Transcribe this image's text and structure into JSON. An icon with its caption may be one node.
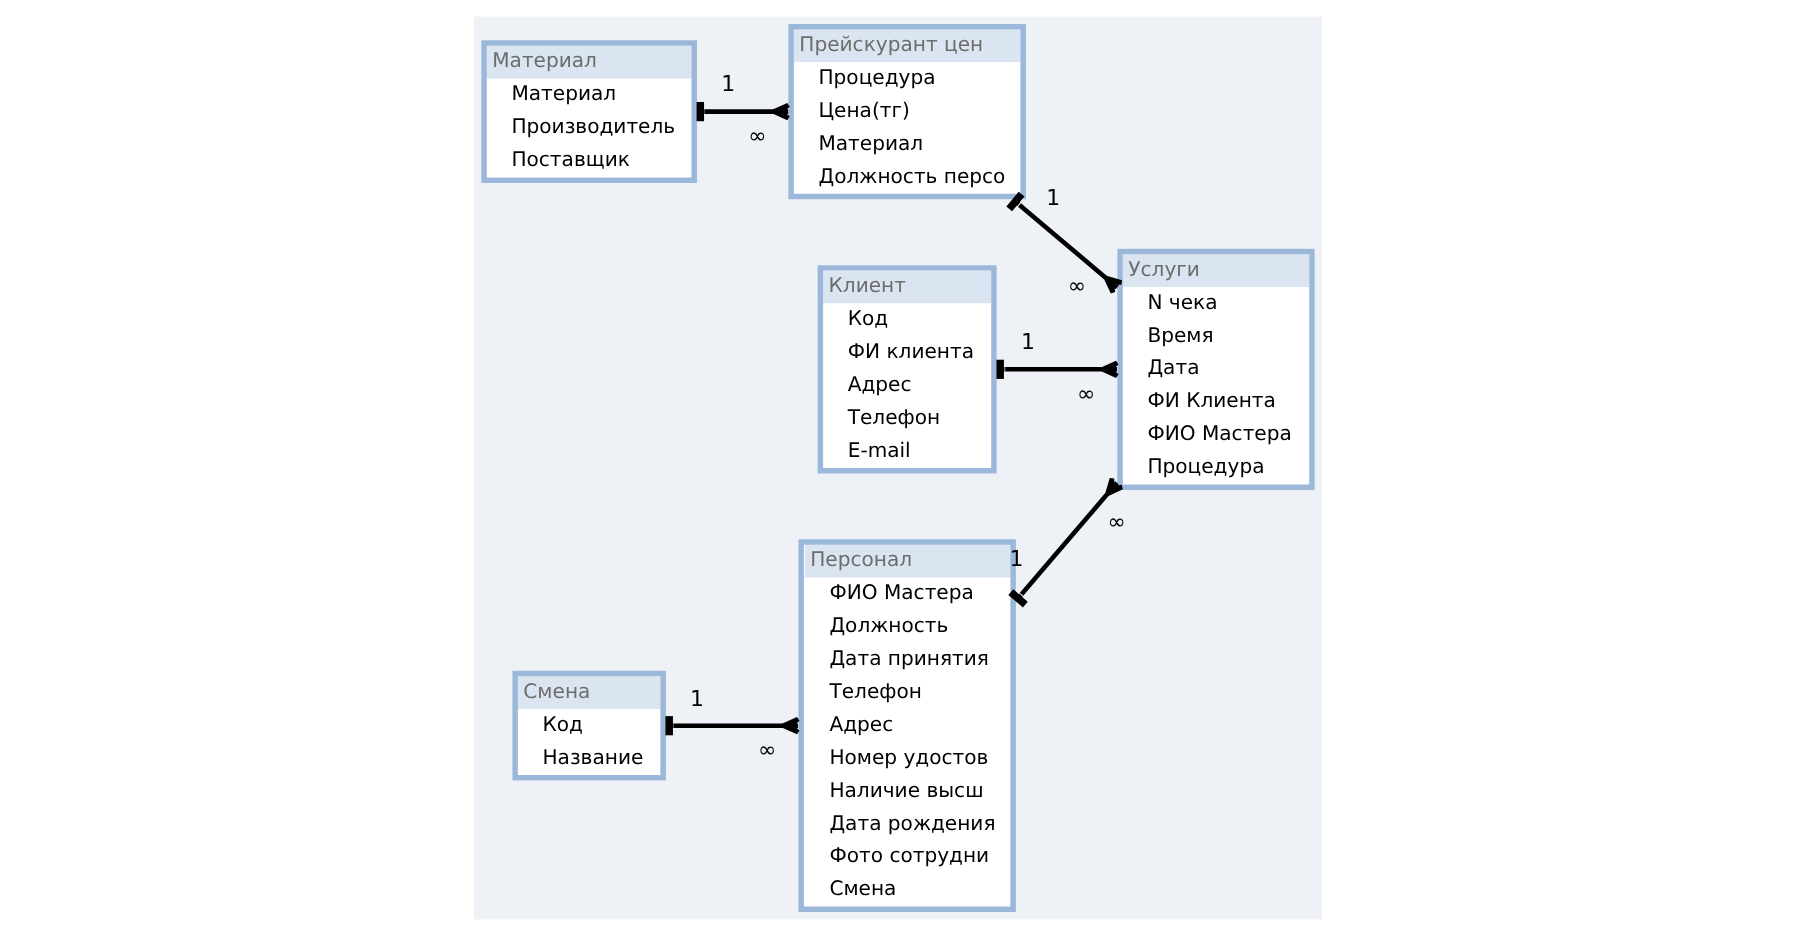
{
  "diagram": {
    "nodes": [
      {
        "text": [
          "Материал",
          "Материал",
          "Производитель",
          "Поставщик"
        ]
      },
      {
        "text": [
          "Прейскурант цен",
          "Процедура",
          "Цена(тг)",
          "Материал",
          "Должность персо"
        ]
      },
      {
        "text": [
          "Услуги",
          "N чека",
          "Время",
          "Дата",
          "ФИ Клиента",
          "ФИО Мастера",
          "Процедура"
        ]
      },
      {
        "text": [
          "Клиент",
          "Код",
          "ФИ клиента",
          "Адрес",
          "Телефон",
          "E-mail"
        ]
      },
      {
        "text": [
          "Персонал",
          "ФИО Мастера",
          "Должность",
          "Дата принятия",
          "Телефон",
          "Адрес",
          "Номер удостов",
          "Наличие высш",
          "Дата рождения",
          "Фото сотрудни",
          "Смена"
        ]
      },
      {
        "text": [
          "Смена",
          "Код",
          "Название"
        ]
      }
    ],
    "edges": [
      {
        "from": 0,
        "to": 1,
        "arrow": "other"
      },
      {
        "from": 1,
        "to": 2,
        "arrow": "other"
      },
      {
        "from": 3,
        "to": 2,
        "arrow": "other"
      },
      {
        "from": 4,
        "to": 2,
        "arrow": "other"
      },
      {
        "from": 5,
        "to": 4,
        "arrow": "other"
      }
    ],
    "labels": [
      "1",
      "∞",
      "1",
      "∞",
      "1",
      "∞",
      "1",
      "∞",
      "1",
      "∞"
    ]
  }
}
